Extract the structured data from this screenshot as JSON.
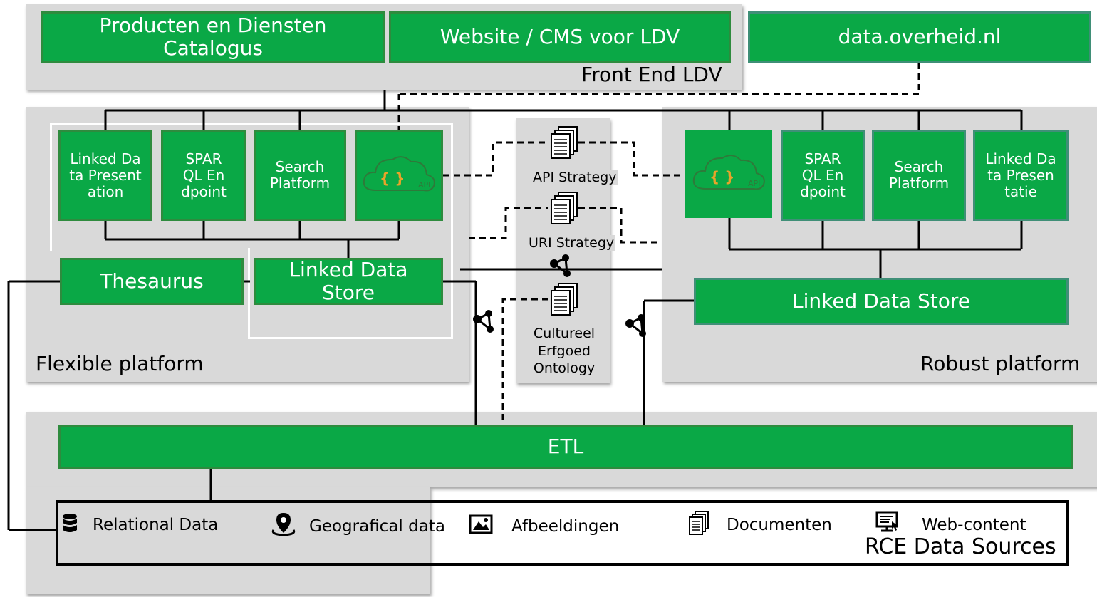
{
  "colors": {
    "box_green": "#0aa846",
    "box_border": "#2e8b3e",
    "panel_grey": "#d9d9d9",
    "api_orange": "#e8a32a"
  },
  "front_end": {
    "label": "Front End LDV",
    "catalog": "Producten en Diensten Catalogus",
    "website": "Website / CMS voor LDV",
    "data_overheid": "data.overheid.nl"
  },
  "flexible": {
    "label": "Flexible platform",
    "ld_presentation": "Linked Data Presentation",
    "sparql": "SPARQL Endpoint",
    "search": "Search Platform",
    "api": "API",
    "thesaurus": "Thesaurus",
    "ld_store": "Linked Data Store"
  },
  "robust": {
    "label": "Robust platform",
    "api": "API",
    "sparql": "SPARQL Endpoint",
    "search": "Search Platform",
    "ld_presentation": "Linked Data Presentatie",
    "ld_store": "Linked Data Store"
  },
  "center": {
    "api_strategy": "API Strategy",
    "uri_strategy": "URI Strategy",
    "ontology": "Cultureel Erfgoed Ontology"
  },
  "etl": {
    "label": "ETL"
  },
  "sources": {
    "label": "RCE Data Sources",
    "relational": "Relational Data",
    "geo": "Geografical data",
    "images": "Afbeeldingen",
    "docs": "Documenten",
    "web": "Web-content"
  },
  "icons": {
    "api": "cloud-api-icon",
    "document": "document-stack-icon",
    "share": "share-nodes-icon",
    "database": "database-icon",
    "location": "location-pin-icon",
    "image": "image-icon",
    "web": "monitor-icon"
  }
}
